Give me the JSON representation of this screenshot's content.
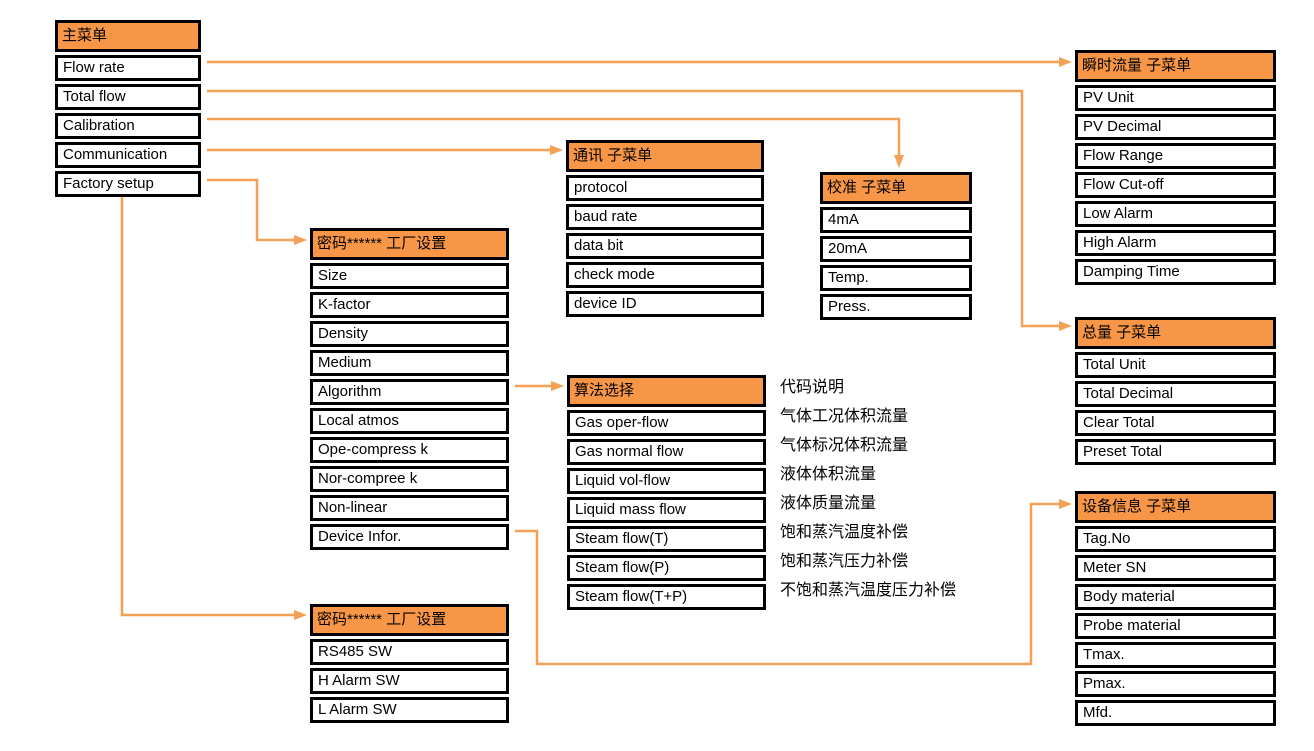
{
  "diagram": {
    "type": "menu-structure-flowchart",
    "colors": {
      "header_fill": "#F79646",
      "arrow": "#F5A054",
      "border": "#000000",
      "row_fill": "#FFFFFF"
    },
    "boxes": {
      "main_menu": {
        "header": "主菜单",
        "items": [
          "Flow rate",
          "Total flow",
          "Calibration",
          "Communication",
          "Factory setup"
        ]
      },
      "factory_setup": {
        "header": "密码****** 工厂设置",
        "items": [
          "Size",
          "K-factor",
          "Density",
          "Medium",
          "Algorithm",
          "Local atmos",
          "Ope-compress k",
          "Nor-compree k",
          "Non-linear",
          "Device Infor."
        ]
      },
      "factory_setup2": {
        "header": "密码****** 工厂设置",
        "items": [
          "RS485 SW",
          "H Alarm SW",
          "L Alarm SW"
        ]
      },
      "comm_submenu": {
        "header": "通讯 子菜单",
        "items": [
          "protocol",
          "baud rate",
          "data bit",
          "check mode",
          "device ID"
        ]
      },
      "calib_submenu": {
        "header": "校准 子菜单",
        "items": [
          "4mA",
          "20mA",
          "Temp.",
          "Press."
        ]
      },
      "flow_submenu": {
        "header": "瞬时流量 子菜单",
        "items": [
          "PV Unit",
          "PV Decimal",
          "Flow Range",
          "Flow Cut-off",
          "Low Alarm",
          "High Alarm",
          "Damping Time"
        ]
      },
      "total_submenu": {
        "header": "总量 子菜单",
        "items": [
          "Total Unit",
          "Total Decimal",
          "Clear Total",
          "Preset Total"
        ]
      },
      "device_info_submenu": {
        "header": "设备信息 子菜单",
        "items": [
          "Tag.No",
          "Meter SN",
          "Body material",
          "Probe material",
          "Tmax.",
          "Pmax.",
          "Mfd."
        ]
      },
      "algorithm_select": {
        "header": "算法选择",
        "desc_header": "代码说明",
        "items": [
          "Gas oper-flow",
          "Gas normal flow",
          "Liquid vol-flow",
          "Liquid mass flow",
          "Steam flow(T)",
          "Steam flow(P)",
          "Steam flow(T+P)"
        ],
        "descs": [
          "气体工况体积流量",
          "气体标况体积流量",
          "液体体积流量",
          "液体质量流量",
          "饱和蒸汽温度补偿",
          "饱和蒸汽压力补偿",
          "不饱和蒸汽温度压力补偿"
        ]
      }
    }
  }
}
